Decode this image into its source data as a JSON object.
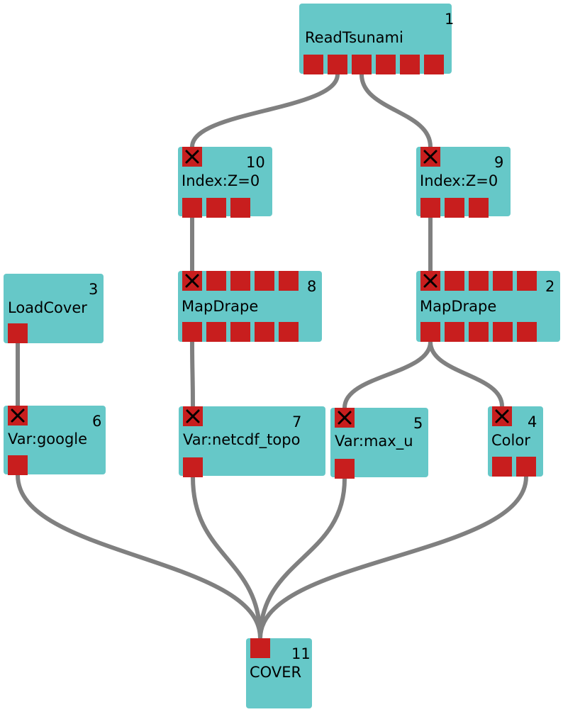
{
  "nodes": [
    {
      "key": "readtsunami",
      "label": "ReadTsunami",
      "id": "1",
      "inputs": [],
      "outputs": 6
    },
    {
      "key": "index10",
      "label": "Index:Z=0",
      "id": "10",
      "inputs": [
        "x"
      ],
      "outputs": 3
    },
    {
      "key": "index9",
      "label": "Index:Z=0",
      "id": "9",
      "inputs": [
        "x"
      ],
      "outputs": 3
    },
    {
      "key": "loadcover",
      "label": "LoadCover",
      "id": "3",
      "inputs": [],
      "outputs": 1
    },
    {
      "key": "mapdrape8",
      "label": "MapDrape",
      "id": "8",
      "inputs": [
        "x",
        "",
        "",
        "",
        ""
      ],
      "outputs": 5
    },
    {
      "key": "mapdrape2",
      "label": "MapDrape",
      "id": "2",
      "inputs": [
        "x",
        "",
        "",
        "",
        ""
      ],
      "outputs": 5
    },
    {
      "key": "vargoogle",
      "label": "Var:google",
      "id": "6",
      "inputs": [
        "x"
      ],
      "outputs": 1
    },
    {
      "key": "varnetcdf",
      "label": "Var:netcdf_topo",
      "id": "7",
      "inputs": [
        "x"
      ],
      "outputs": 1
    },
    {
      "key": "varmaxu",
      "label": "Var:max_u",
      "id": "5",
      "inputs": [
        "x"
      ],
      "outputs": 1
    },
    {
      "key": "color",
      "label": "Color",
      "id": "4",
      "inputs": [
        "x"
      ],
      "outputs": 2
    },
    {
      "key": "cover",
      "label": "COVER",
      "id": "11",
      "inputs": [
        ""
      ],
      "outputs": 0
    }
  ],
  "connections": [
    {
      "from": "readtsunami",
      "from_port": 1,
      "to": "index10",
      "to_port": 0
    },
    {
      "from": "readtsunami",
      "from_port": 2,
      "to": "index9",
      "to_port": 0
    },
    {
      "from": "index10",
      "from_port": 0,
      "to": "mapdrape8",
      "to_port": 0
    },
    {
      "from": "index9",
      "from_port": 0,
      "to": "mapdrape2",
      "to_port": 0
    },
    {
      "from": "loadcover",
      "from_port": 0,
      "to": "vargoogle",
      "to_port": 0
    },
    {
      "from": "mapdrape8",
      "from_port": 0,
      "to": "varnetcdf",
      "to_port": 0
    },
    {
      "from": "mapdrape2",
      "from_port": 0,
      "to": "varmaxu",
      "to_port": 0
    },
    {
      "from": "mapdrape2",
      "from_port": 0,
      "to": "color",
      "to_port": 0
    },
    {
      "from": "vargoogle",
      "from_port": 0,
      "to": "cover",
      "to_port": 0
    },
    {
      "from": "varnetcdf",
      "from_port": 0,
      "to": "cover",
      "to_port": 0
    },
    {
      "from": "varmaxu",
      "from_port": 0,
      "to": "cover",
      "to_port": 0
    },
    {
      "from": "color",
      "from_port": 1,
      "to": "cover",
      "to_port": 0
    }
  ],
  "colors": {
    "node": "#66c8c8",
    "port": "#c81e1e",
    "wire": "#808080",
    "text": "#000000"
  },
  "icons": {
    "connected_input": "x-icon"
  }
}
